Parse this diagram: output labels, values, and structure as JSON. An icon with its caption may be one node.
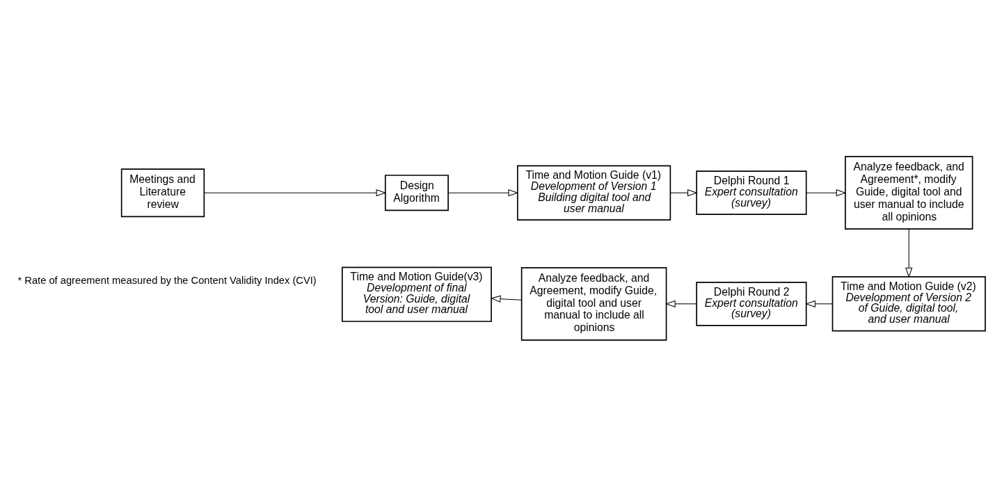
{
  "diagram": {
    "nodes": [
      {
        "text": [
          "Meetings and Literature review"
        ]
      },
      {
        "text": [
          "Design Algorithm"
        ]
      },
      {
        "text": [
          "Time and Motion Guide (v1)",
          "Development of Version 1 Building digital tool and user manual"
        ]
      },
      {
        "text": [
          "Delphi Round 1",
          "Expert consultation (survey)"
        ]
      },
      {
        "text": [
          "Analyze feedback, and Agreement*, modify Guide, digital tool and user manual to include all opinions"
        ]
      },
      {
        "text": [
          "Time and Motion Guide (v2)",
          "Development of Version 2 of Guide, digital tool, and user manual"
        ]
      },
      {
        "text": [
          "Delphi Round 2",
          "Expert consultation (survey)"
        ]
      },
      {
        "text": [
          "Analyze feedback, and Agreement, modify Guide, digital tool and user manual to include all opinions"
        ]
      },
      {
        "text": [
          "Time and Motion Guide(v3)",
          "Development of final Version: Guide, digital tool and user manual"
        ]
      }
    ],
    "edges": [
      {
        "from": 0,
        "to": 1,
        "arrow": "to"
      },
      {
        "from": 1,
        "to": 2,
        "arrow": "to"
      },
      {
        "from": 2,
        "to": 3,
        "arrow": "to"
      },
      {
        "from": 3,
        "to": 4,
        "arrow": "to"
      },
      {
        "from": 4,
        "to": 5,
        "arrow": "to"
      },
      {
        "from": 5,
        "to": 6,
        "arrow": "to"
      },
      {
        "from": 6,
        "to": 7,
        "arrow": "to"
      },
      {
        "from": 7,
        "to": 8,
        "arrow": "to"
      }
    ],
    "labels": [
      "* Rate of agreement measured by the Content Validity Index (CVI)"
    ]
  }
}
